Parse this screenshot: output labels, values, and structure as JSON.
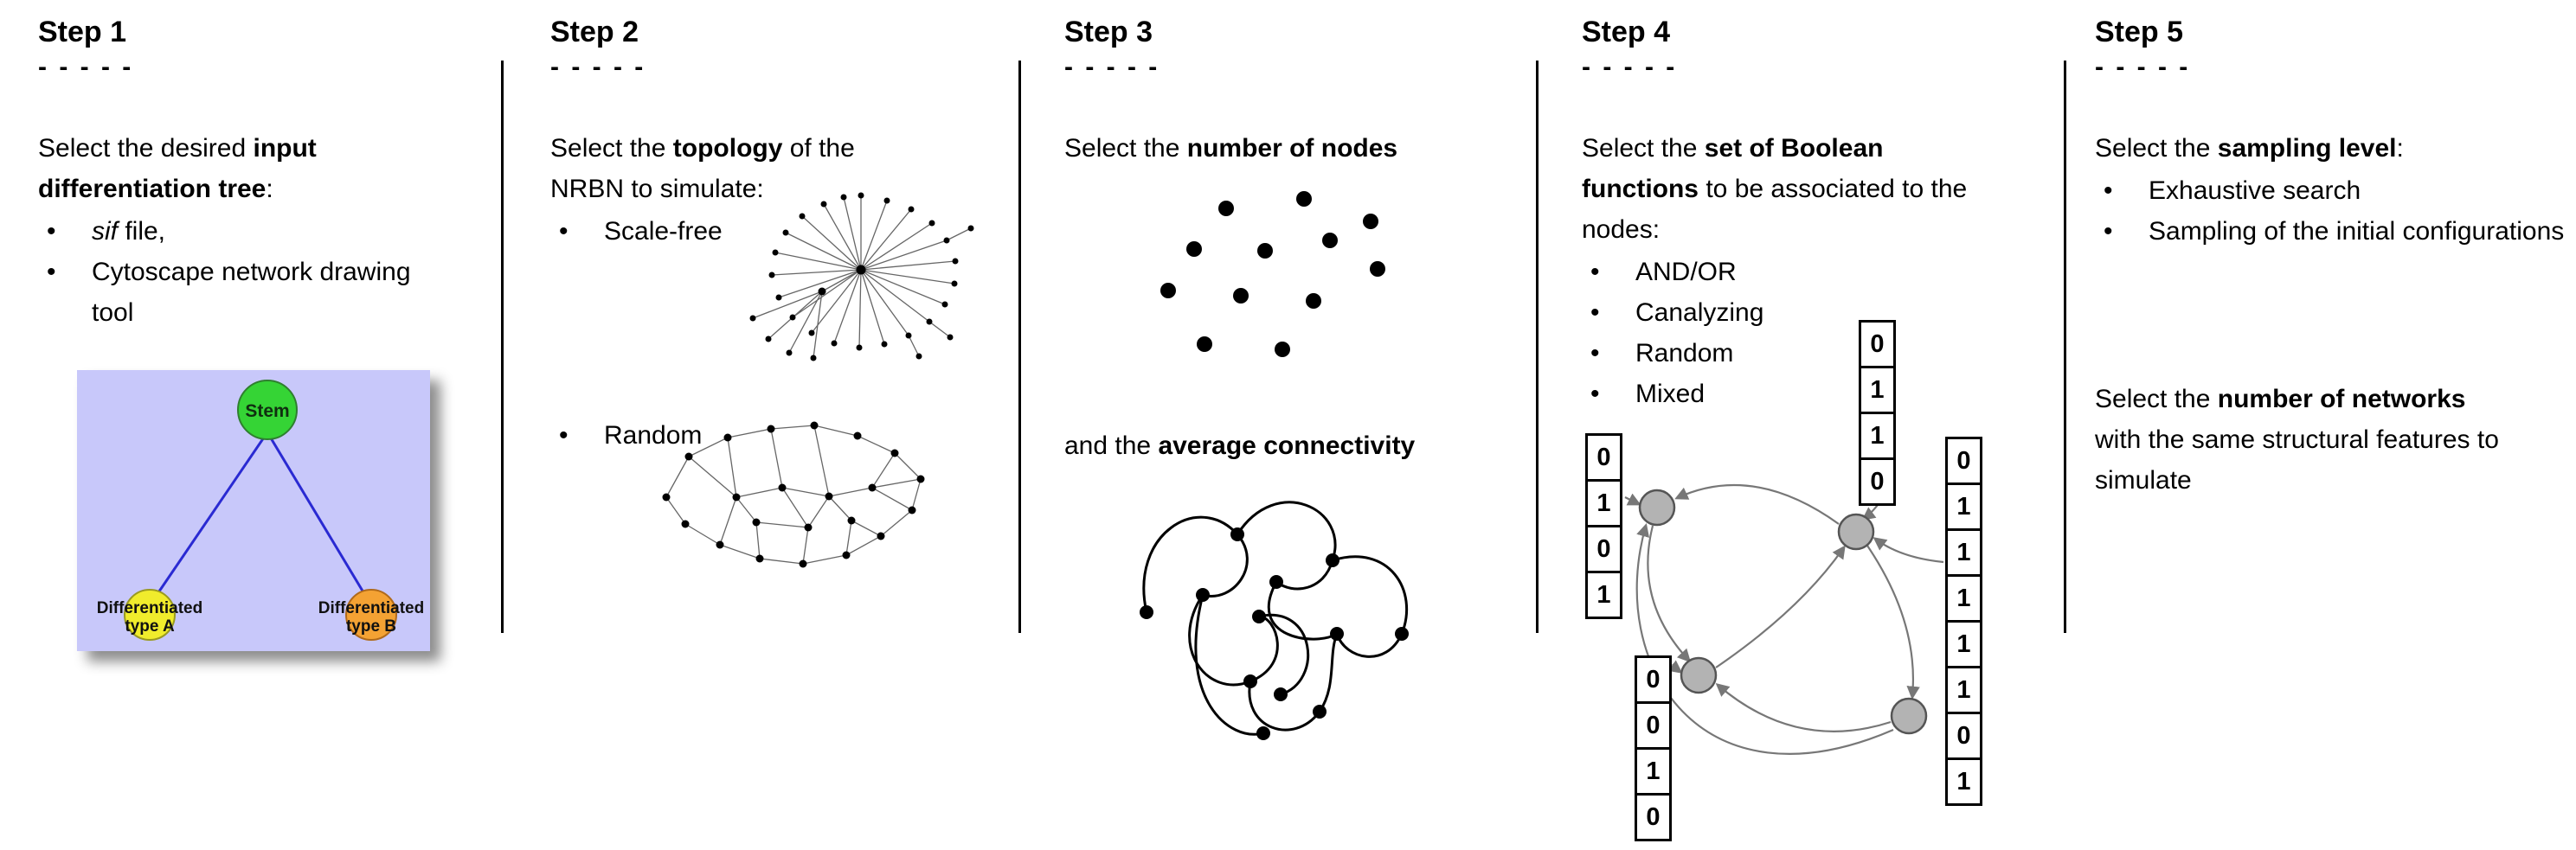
{
  "dashes": "- - - - -",
  "colors": {
    "separator": "#000000",
    "tree_background": "#c8c8fa",
    "tree_edge": "#2a2ad2",
    "stem_fill": "#35d435",
    "typeA_fill": "#f0ec2c",
    "typeB_fill": "#f4a233",
    "boolean_node_fill": "#b3b3b3",
    "arrow": "#777777"
  },
  "steps": [
    {
      "title": "Step 1",
      "intro": [
        "Select the desired ",
        "input differentiation tree",
        ":"
      ],
      "bullet1_italic": "sif",
      "bullet1_rest": " file,",
      "bullet2": "Cytoscape network drawing tool",
      "tree": {
        "stem_label": "Stem",
        "typeA_label_line1": "Differentiated",
        "typeA_label_line2": "type A",
        "typeB_label_line1": "Differentiated",
        "typeB_label_line2": "type B"
      }
    },
    {
      "title": "Step 2",
      "intro": [
        "Select the ",
        "topology",
        " of the NRBN to simulate:"
      ],
      "bullet1": "Scale-free",
      "bullet2": "Random"
    },
    {
      "title": "Step 3",
      "line1": [
        "Select the ",
        "number of nodes"
      ],
      "line2": [
        "and the ",
        "average connectivity"
      ]
    },
    {
      "title": "Step 4",
      "intro": [
        "Select the ",
        "set of Boolean functions",
        " to be associated to the nodes:"
      ],
      "bullets": [
        "AND/OR",
        "Canalyzing",
        "Random",
        "Mixed"
      ],
      "truth_tables": {
        "left": [
          "0",
          "1",
          "0",
          "1"
        ],
        "top": [
          "0",
          "1",
          "1",
          "0"
        ],
        "right": [
          "0",
          "1",
          "1",
          "1",
          "1",
          "1",
          "0",
          "1"
        ],
        "bottom": [
          "0",
          "0",
          "1",
          "0"
        ]
      }
    },
    {
      "title": "Step 5",
      "intro": [
        "Select the ",
        "sampling level",
        ":"
      ],
      "bullets": [
        "Exhaustive search",
        "Sampling of the initial configurations"
      ],
      "second": [
        "Select the ",
        "number of networks",
        " with the same structural features to simulate"
      ]
    }
  ]
}
